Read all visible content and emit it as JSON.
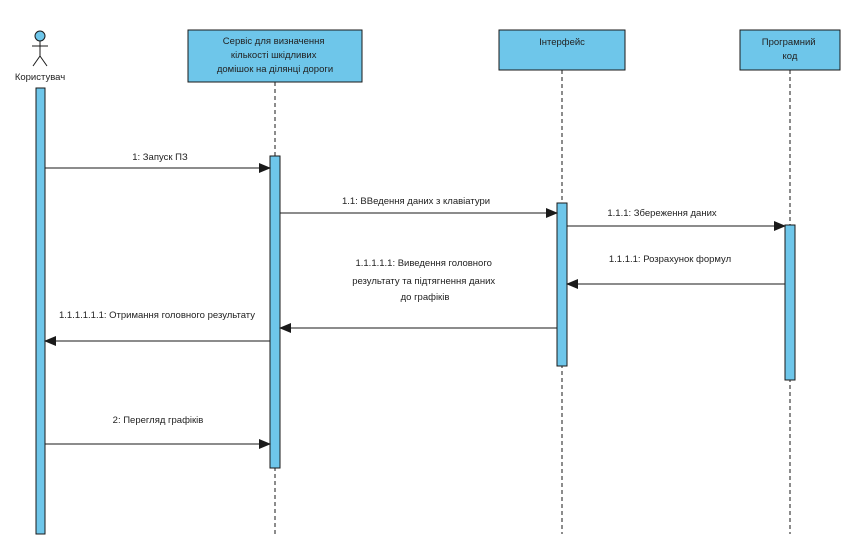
{
  "actor": {
    "name": "Користувач"
  },
  "lifelines": [
    {
      "id": "service",
      "lines": [
        "Сервіс для визначення",
        "кількості шкідливих",
        "домішок на ділянці дороги"
      ]
    },
    {
      "id": "interface",
      "lines": [
        "Інтерфейс"
      ]
    },
    {
      "id": "code",
      "lines": [
        "Програмний",
        "код"
      ]
    }
  ],
  "messages": [
    {
      "id": "m1",
      "lines": [
        "1: Запуск ПЗ"
      ]
    },
    {
      "id": "m11",
      "lines": [
        "1.1: ВВедення даних з клавіатури"
      ]
    },
    {
      "id": "m111",
      "lines": [
        "1.1.1: Збереження даних"
      ]
    },
    {
      "id": "m1111",
      "lines": [
        "1.1.1.1: Розрахунок формул"
      ]
    },
    {
      "id": "m11111",
      "lines": [
        "1.1.1.1.1: Виведення головного",
        "результату та підтягнення даних",
        "до графіків"
      ]
    },
    {
      "id": "m111111",
      "lines": [
        "1.1.1.1.1.1: Отримання головного результату"
      ]
    },
    {
      "id": "m2",
      "lines": [
        "2: Перегляд графіків"
      ]
    }
  ],
  "colors": {
    "box_fill": "#6ec6ea",
    "box_stroke": "#1a1a1a",
    "line": "#1a1a1a"
  }
}
